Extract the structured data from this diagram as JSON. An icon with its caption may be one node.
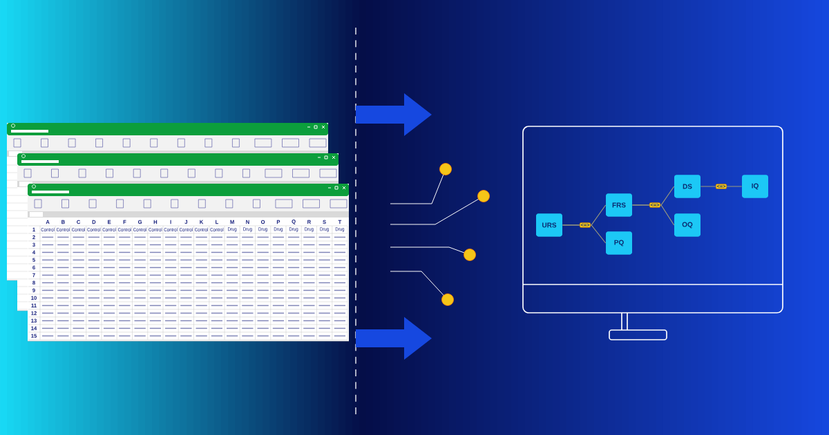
{
  "diagram": {
    "nodes": [
      {
        "text": [
          "URS"
        ]
      },
      {
        "text": [
          "FRS"
        ]
      },
      {
        "text": [
          "PQ"
        ]
      },
      {
        "text": [
          "DS"
        ]
      },
      {
        "text": [
          "OQ"
        ]
      },
      {
        "text": [
          "IQ"
        ]
      }
    ],
    "edges": [
      {
        "from": 0,
        "to": 1,
        "arrow": "none",
        "label": "<=>"
      },
      {
        "from": 0,
        "to": 2,
        "arrow": "none"
      },
      {
        "from": 1,
        "to": 3,
        "arrow": "none",
        "label": "<=>"
      },
      {
        "from": 1,
        "to": 4,
        "arrow": "none"
      },
      {
        "from": 3,
        "to": 5,
        "arrow": "none",
        "label": "<=>"
      }
    ],
    "labels": [
      "A",
      "B",
      "C",
      "D",
      "E",
      "F",
      "G",
      "H",
      "I",
      "J",
      "K",
      "L",
      "M",
      "N",
      "O",
      "P",
      "Q",
      "R",
      "S",
      "T",
      "1",
      "Control",
      "Control",
      "Control",
      "Control",
      "Control",
      "Control",
      "Control",
      "Control",
      "Control",
      "Control",
      "Control",
      "Control",
      "Drug",
      "Drug",
      "Drug",
      "Drug",
      "Drug",
      "Drug",
      "Drug",
      "Drug",
      "2",
      "3",
      "4",
      "5",
      "6",
      "7",
      "8",
      "9",
      "10",
      "11",
      "12",
      "13",
      "14",
      "15"
    ]
  }
}
